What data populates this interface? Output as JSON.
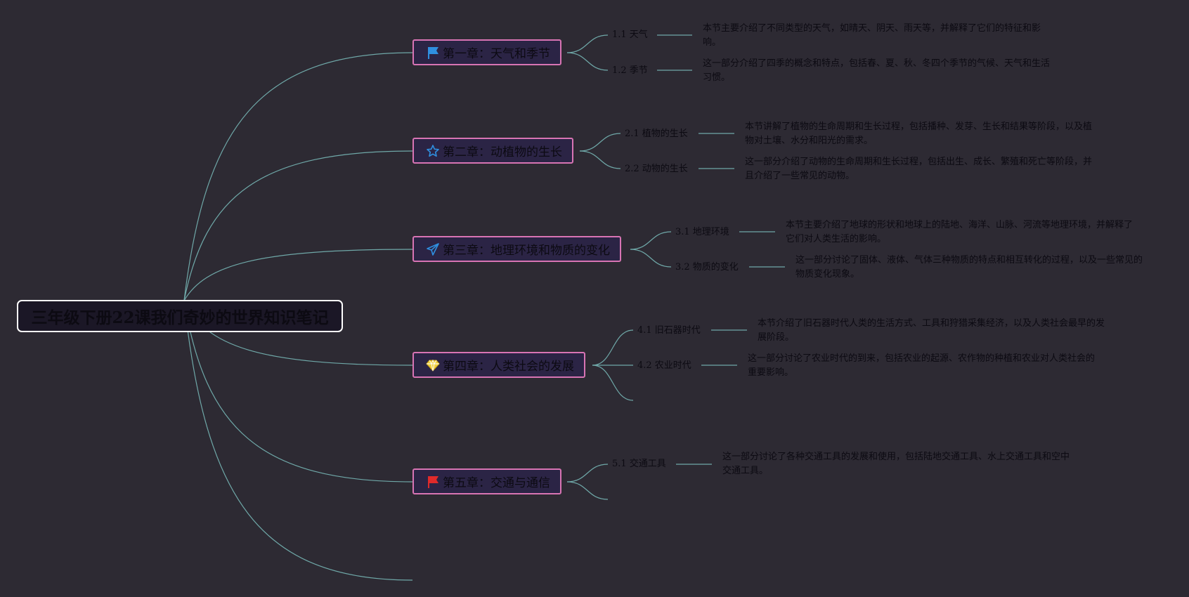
{
  "root": {
    "title": "三年级下册22课我们奇妙的世界知识笔记"
  },
  "chapters": [
    {
      "title": "第一章：天气和季节",
      "icon": "blue-flag-icon",
      "subs": [
        {
          "label": "1.1 天气",
          "desc": "本节主要介绍了不同类型的天气，如晴天、阴天、雨天等，并解释了它们的特征和影响。"
        },
        {
          "label": "1.2 季节",
          "desc": "这一部分介绍了四季的概念和特点，包括春、夏、秋、冬四个季节的气候、天气和生活习惯。"
        }
      ]
    },
    {
      "title": "第二章：动植物的生长",
      "icon": "star-icon",
      "subs": [
        {
          "label": "2.1 植物的生长",
          "desc": "本节讲解了植物的生命周期和生长过程，包括播种、发芽、生长和结果等阶段，以及植物对土壤、水分和阳光的需求。"
        },
        {
          "label": "2.2 动物的生长",
          "desc": "这一部分介绍了动物的生命周期和生长过程，包括出生、成长、繁殖和死亡等阶段，并且介绍了一些常见的动物。"
        }
      ]
    },
    {
      "title": "第三章：地理环境和物质的变化",
      "icon": "paper-plane-icon",
      "subs": [
        {
          "label": "3.1 地理环境",
          "desc": "本节主要介绍了地球的形状和地球上的陆地、海洋、山脉、河流等地理环境，并解释了它们对人类生活的影响。"
        },
        {
          "label": "3.2 物质的变化",
          "desc": "这一部分讨论了固体、液体、气体三种物质的特点和相互转化的过程，以及一些常见的物质变化现象。"
        }
      ]
    },
    {
      "title": "第四章：人类社会的发展",
      "icon": "diamond-icon",
      "subs": [
        {
          "label": "4.1 旧石器时代",
          "desc": "本节介绍了旧石器时代人类的生活方式、工具和狩猎采集经济，以及人类社会最早的发展阶段。"
        },
        {
          "label": "4.2 农业时代",
          "desc": "这一部分讨论了农业时代的到来，包括农业的起源、农作物的种植和农业对人类社会的重要影响。"
        }
      ]
    },
    {
      "title": "第五章：交通与通信",
      "icon": "red-flag-icon",
      "subs": [
        {
          "label": "5.1 交通工具",
          "desc": "这一部分讨论了各种交通工具的发展和使用，包括陆地交通工具、水上交通工具和空中交通工具。"
        }
      ]
    }
  ],
  "colors": {
    "background": "#2d2a33",
    "connector": "#6fa8a8",
    "chapter_border": "#d874b4",
    "chapter_fill": "#2b2445",
    "root_border": "#ffffff",
    "text": "#0c0a12"
  }
}
